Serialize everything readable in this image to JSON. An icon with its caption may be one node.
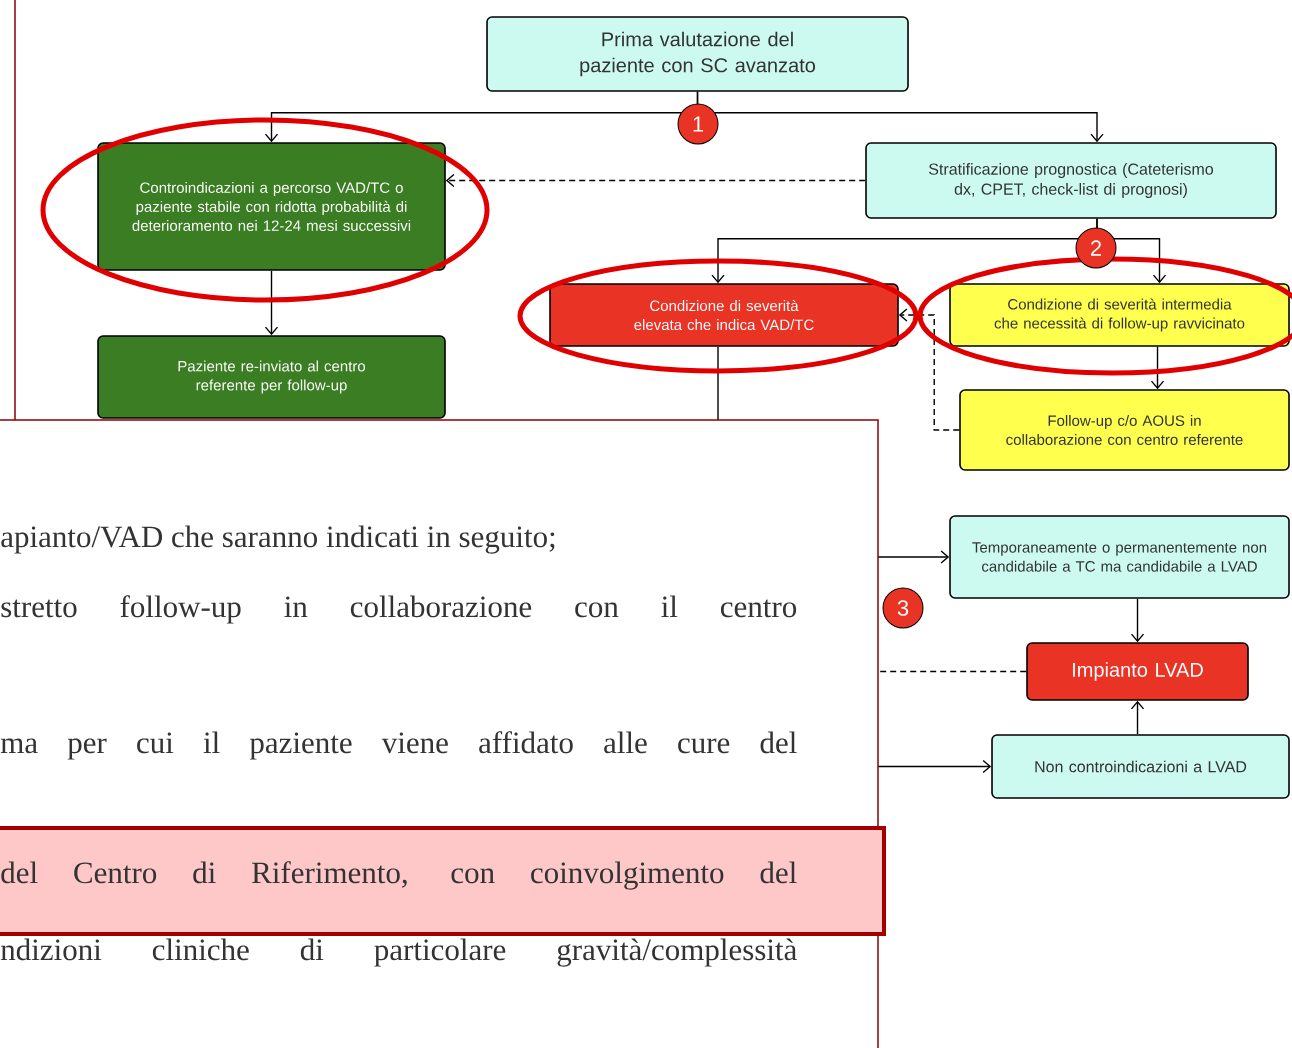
{
  "diagram": {
    "nodes": [
      {
        "text": [
          "Prima valutazione del paziente con SC avanzato"
        ]
      },
      {
        "text": [
          "Controindicazioni a percorso VAD/TC o paziente stabile con ridotta probabilità di deterioramento nei 12-24 mesi successivi"
        ]
      },
      {
        "text": [
          "Stratificazione prognostica (Cateterismo dx, CPET, check-list di prognosi)"
        ]
      },
      {
        "text": [
          "Paziente re-inviato al centro referente per follow-up"
        ]
      },
      {
        "text": [
          "Condizione di severità elevata che indica VAD/TC"
        ]
      },
      {
        "text": [
          "Condizione di severità intermedia che necessità di follow-up ravvicinato"
        ]
      },
      {
        "text": [
          "Follow-up c/o AOUS in collaborazione con centro referente"
        ]
      },
      {
        "text": [
          "Temporaneamente o permanentemente non candidabile a TC ma candidabile a LVAD"
        ]
      },
      {
        "text": [
          "Impianto LVAD"
        ]
      },
      {
        "text": [
          "Non controindicazioni a LVAD"
        ]
      }
    ],
    "edges": [
      {
        "from": 0,
        "to": 1,
        "arrow": "to"
      },
      {
        "from": 0,
        "to": 2,
        "arrow": "to"
      },
      {
        "from": 2,
        "to": 1,
        "arrow": "to",
        "style": "dashed"
      },
      {
        "from": 1,
        "to": 3,
        "arrow": "to"
      },
      {
        "from": 2,
        "to": 4,
        "arrow": "to"
      },
      {
        "from": 2,
        "to": 5,
        "arrow": "to"
      },
      {
        "from": 5,
        "to": 6,
        "arrow": "to"
      },
      {
        "from": 6,
        "to": 4,
        "arrow": "to",
        "style": "dashed"
      },
      {
        "from": 4,
        "to": null,
        "arrow": "none"
      },
      {
        "from": null,
        "to": 7,
        "arrow": "to"
      },
      {
        "from": 8,
        "to": null,
        "arrow": "none",
        "style": "dashed"
      },
      {
        "from": null,
        "to": 9,
        "arrow": "to"
      },
      {
        "from": 7,
        "to": 8,
        "arrow": "to"
      },
      {
        "from": 9,
        "to": 8,
        "arrow": "to"
      }
    ],
    "labels": [
      "1",
      "2",
      "3",
      "apianto/VAD che saranno indicati in seguito;",
      "stretto follow-up in collaborazione con il centro",
      "ma per cui il paziente viene affidato alle cure del",
      "del Centro di Riferimento, con coinvolgimento del",
      "ndizioni cliniche di particolare gravità/complessità"
    ]
  }
}
